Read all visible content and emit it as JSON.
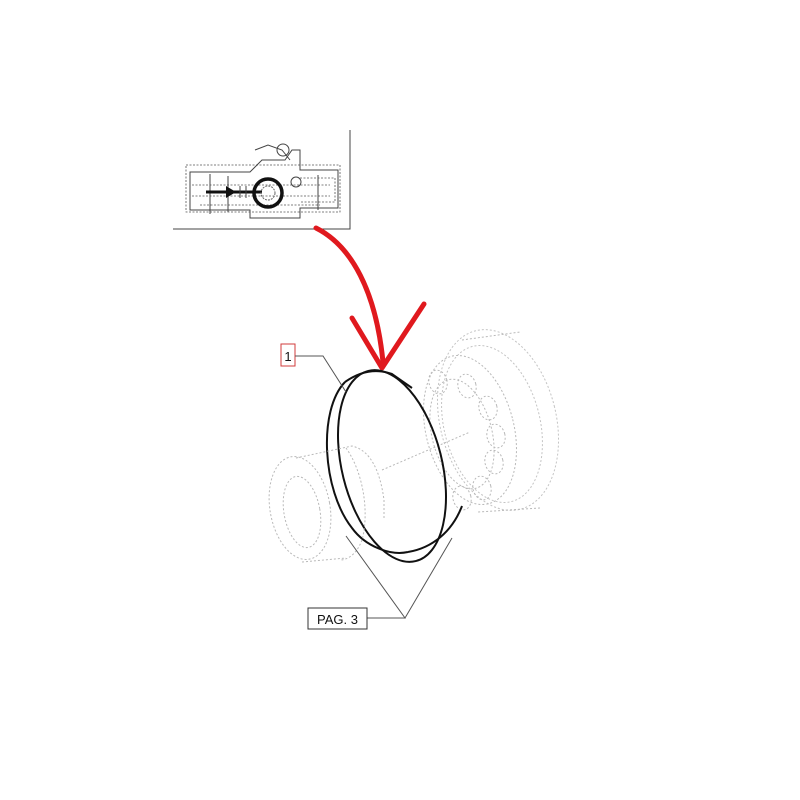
{
  "colors": {
    "arrow": "#e0191e",
    "item_box": "#d23b3b",
    "part_outline": "#111111",
    "ghost_outline": "#b9b9b9"
  },
  "callouts": {
    "item_number": "1",
    "page_reference": "PAG. 3"
  },
  "icons": {
    "pointer": "curved-red-arrow",
    "locator": "highlight-circle"
  }
}
